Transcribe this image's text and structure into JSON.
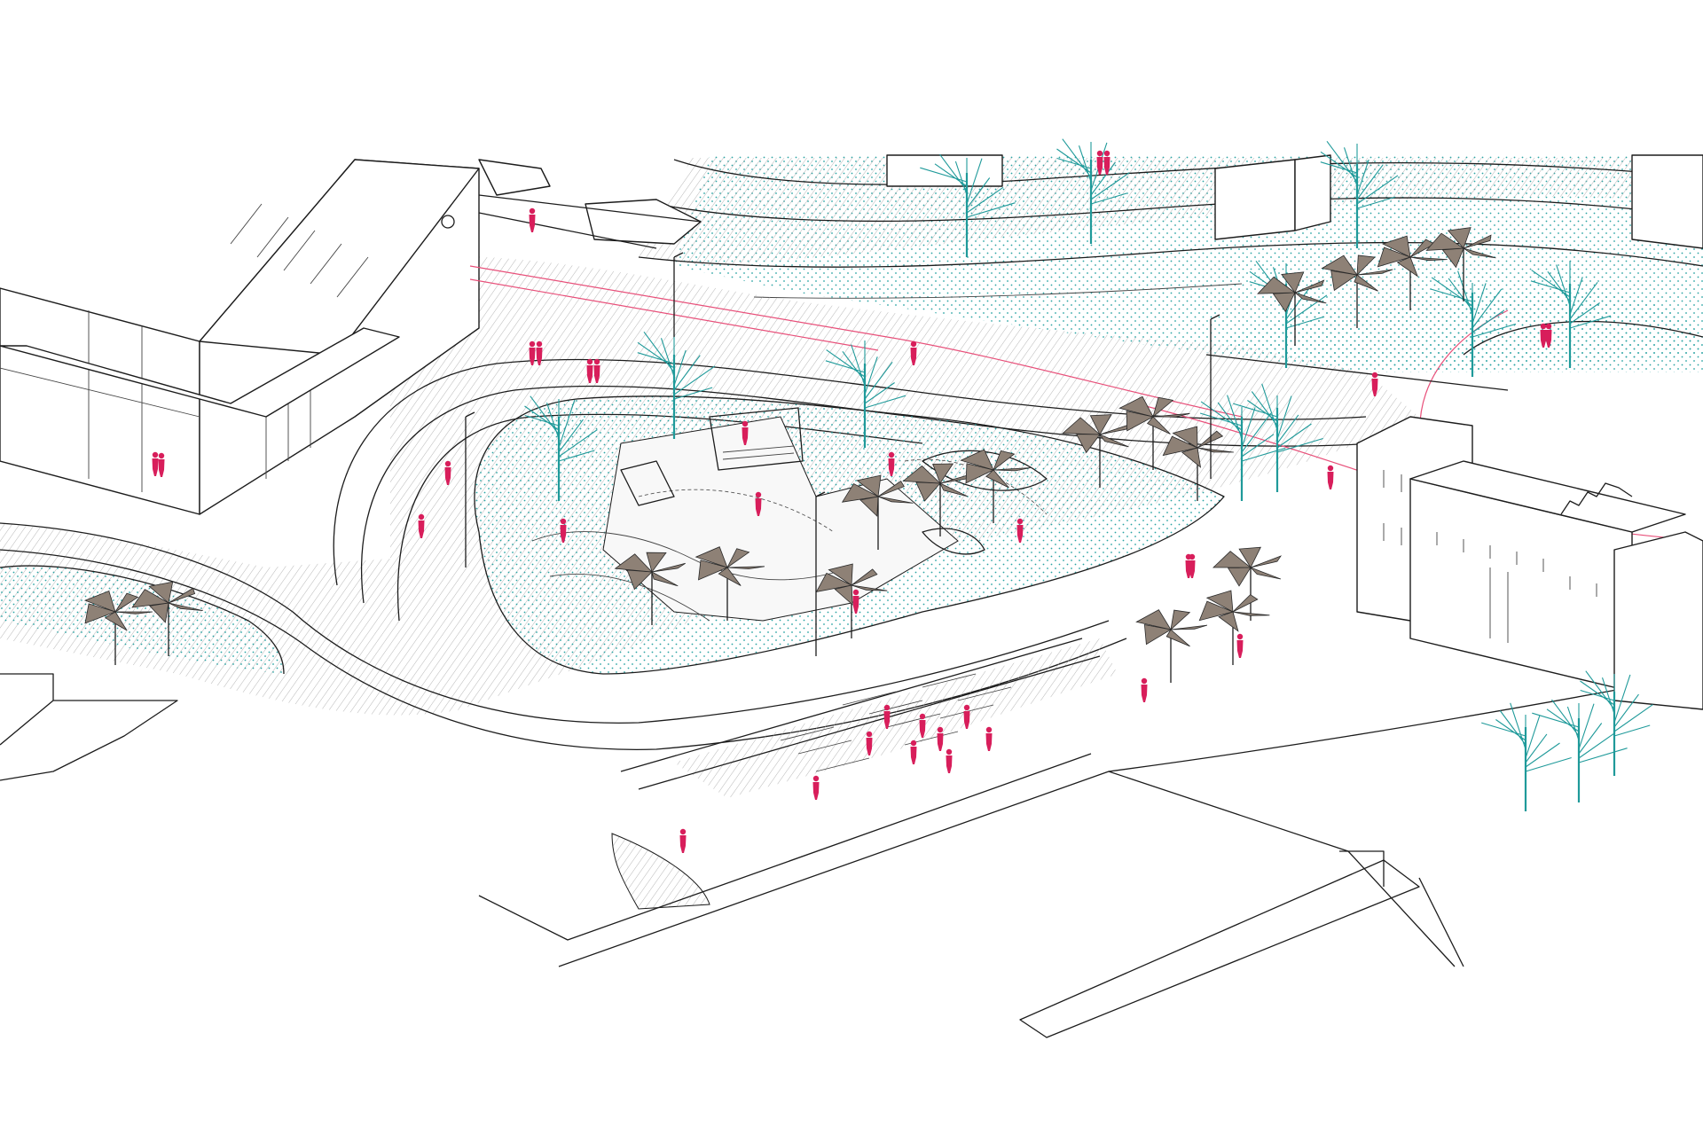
{
  "drawing": {
    "type": "axonometric site plan",
    "colors": {
      "line": "#1c1c1c",
      "hatch": "#9a9a9a",
      "dot_pattern": "#2aa3a3",
      "tree": "#1f9a9a",
      "people": "#d81e5b",
      "canopy": "#8e8176",
      "route_line": "#e8507a",
      "background": "#ffffff"
    },
    "elements": {
      "buildings": [
        "warehouse-block",
        "pavilion-row",
        "historic-hall",
        "corner-tower",
        "north-house"
      ],
      "landscape": [
        "skate-plaza",
        "planted-lawn",
        "seating-steps",
        "shade-canopies",
        "street-trees"
      ],
      "circulation": [
        "curved-promenade",
        "bike-route",
        "pedestrian-ramp"
      ]
    }
  }
}
